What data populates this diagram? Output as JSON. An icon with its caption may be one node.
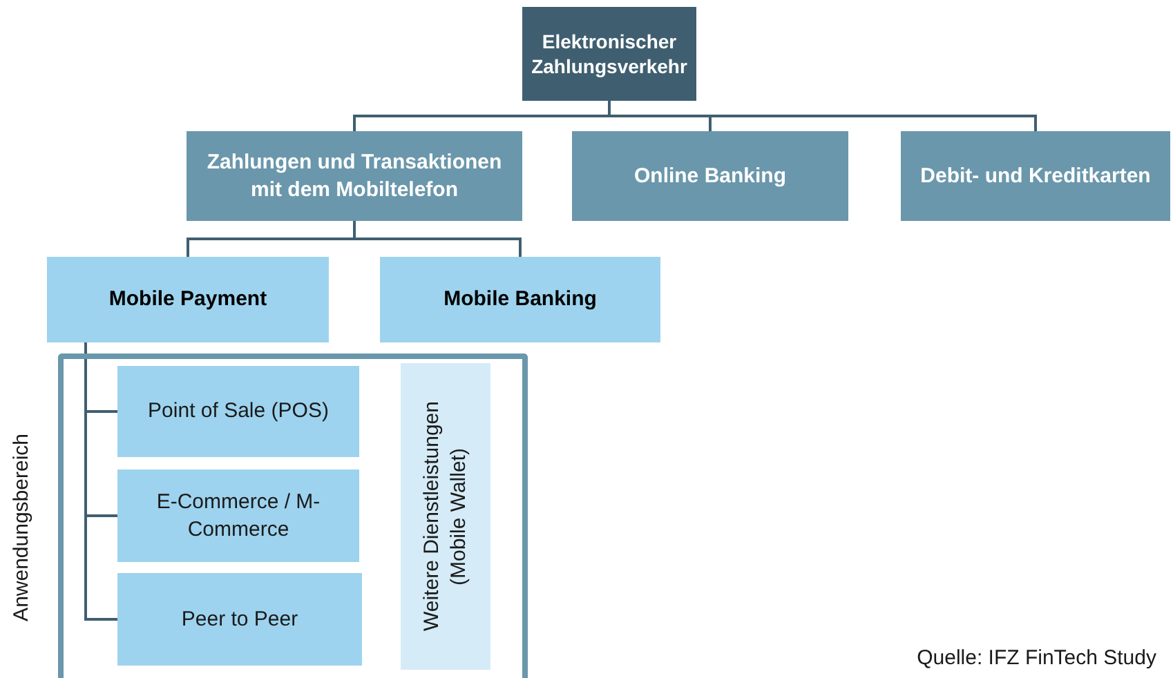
{
  "diagram": {
    "caption": "Quelle: IFZ FinTech Study",
    "nodes": [
      {
        "text": [
          "Elektronischer Zahlungsverkehr"
        ]
      },
      {
        "text": [
          "Zahlungen und Transaktionen mit dem Mobiltelefon"
        ]
      },
      {
        "text": [
          "Online Banking"
        ]
      },
      {
        "text": [
          "Debit- und Kreditkarten"
        ]
      },
      {
        "text": [
          "Mobile Payment"
        ]
      },
      {
        "text": [
          "Mobile Banking"
        ]
      },
      {
        "text": [
          "Anwendungsbereich"
        ]
      },
      {
        "text": [
          "Point of Sale (POS)"
        ],
        "in": 6
      },
      {
        "text": [
          "E-Commerce / M-Commerce"
        ],
        "in": 6
      },
      {
        "text": [
          "Peer to Peer"
        ],
        "in": 6
      },
      {
        "text": [
          "Weitere Dienstleistungen (Mobile Wallet)"
        ],
        "in": 6
      }
    ],
    "edges": [
      {
        "from": 0,
        "to": 1,
        "arrow": "none"
      },
      {
        "from": 0,
        "to": 2,
        "arrow": "none"
      },
      {
        "from": 0,
        "to": 3,
        "arrow": "none"
      },
      {
        "from": 1,
        "to": 4,
        "arrow": "none"
      },
      {
        "from": 1,
        "to": 5,
        "arrow": "none"
      },
      {
        "from": 4,
        "to": 7,
        "arrow": "none"
      },
      {
        "from": 4,
        "to": 8,
        "arrow": "none"
      },
      {
        "from": 4,
        "to": 9,
        "arrow": "none"
      }
    ]
  }
}
